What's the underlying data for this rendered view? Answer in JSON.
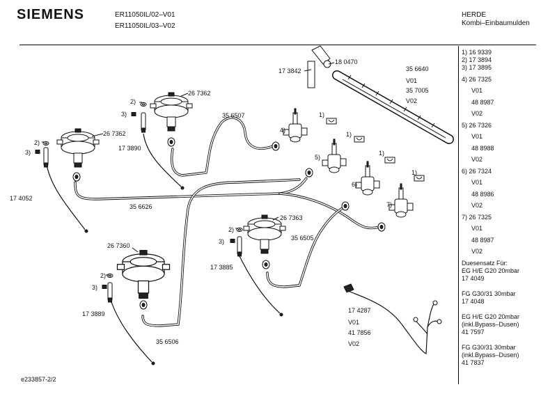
{
  "header": {
    "brand": "SIEMENS",
    "model_1": "ER11050IL/02–V01",
    "model_2": "ER11050IL/03–V02",
    "category_1": "HERDE",
    "category_2": "Kombi–Einbaumulden"
  },
  "footer": {
    "doc_id": "e233857-2/2"
  },
  "legend": {
    "parts": [
      {
        "ref": "1)",
        "lines": [
          "16 9339"
        ]
      },
      {
        "ref": "2)",
        "lines": [
          "17 3894"
        ]
      },
      {
        "ref": "3)",
        "lines": [
          "17 3895"
        ]
      },
      {
        "ref": "4)",
        "lines": [
          "26 7325",
          "V01",
          "48 8987",
          "V02"
        ]
      },
      {
        "ref": "5)",
        "lines": [
          "26 7326",
          "V01",
          "48 8988",
          "V02"
        ]
      },
      {
        "ref": "6)",
        "lines": [
          "26 7324",
          "V01",
          "48 8986",
          "V02"
        ]
      },
      {
        "ref": "7)",
        "lines": [
          "26 7325",
          "V01",
          "48 8987",
          "V02"
        ]
      }
    ],
    "duesensatz_title": "Duesensatz Für:",
    "duesensatz": [
      {
        "lines": [
          "EG H/E G20 20mbar",
          "17 4049"
        ]
      },
      {
        "lines": [
          "FG G30/31 30mbar",
          "17 4048"
        ]
      },
      {
        "lines": [
          "EG H/E G20 20mbar",
          "(inkl.Bypass–Dusen)",
          "41 7597"
        ]
      },
      {
        "lines": [
          "FG G30/31 30mbar",
          "(inkl.Bypass–Dusen)",
          "41 7837"
        ]
      }
    ]
  },
  "diagram": {
    "labels": {
      "l_173842": "17 3842",
      "l_180470": "18 0470",
      "l_356640": "35 6640",
      "l_v01_a": "V01",
      "l_357005": "35 7005",
      "l_v02_a": "V02",
      "l_267362_top": "26 7362",
      "l_267362_left": "26 7362",
      "l_356507": "35 6507",
      "l_173890": "17 3890",
      "l_174052": "17 4052",
      "l_356626": "35 6626",
      "l_267363": "26 7363",
      "l_356505": "35 6505",
      "l_267360": "26 7360",
      "l_173885": "17 3885",
      "l_173889": "17 3889",
      "l_356506": "35 6506",
      "l_174287": "17 4287",
      "l_v01_b": "V01",
      "l_417856": "41 7856",
      "l_v02_b": "V02",
      "ref_1": "1)",
      "ref_2": "2)",
      "ref_3": "3)",
      "ref_4": "4)",
      "ref_5": "5)",
      "ref_6": "6)",
      "ref_7": "7)"
    }
  }
}
